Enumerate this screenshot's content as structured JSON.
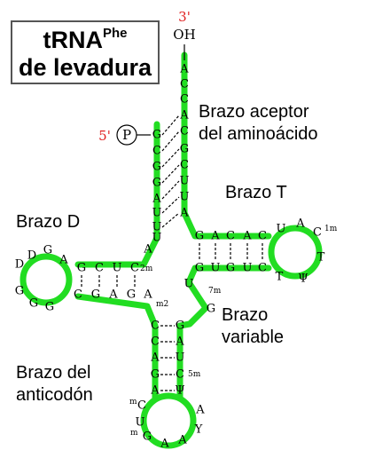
{
  "title": {
    "main": "tRNA",
    "sup": "Phe",
    "line2": "de levadura"
  },
  "ends": {
    "three_prime": "3'",
    "oh": "OH",
    "five_prime": "5'",
    "phosphate": "P"
  },
  "regions": {
    "acceptor": [
      "Brazo aceptor",
      "del aminoácido"
    ],
    "t_arm": [
      "Brazo T"
    ],
    "d_arm": [
      "Brazo D"
    ],
    "variable": [
      "Brazo",
      "variable"
    ],
    "anticodon": [
      "Brazo del",
      "anticodón"
    ]
  },
  "colors": {
    "backbone": "#22dd22",
    "end_label": "#e02020",
    "pair": "#000000"
  },
  "strands": {
    "acceptor_3": [
      "A",
      "C",
      "C",
      "A",
      "C",
      "G",
      "C",
      "U",
      "U",
      "A"
    ],
    "acceptor_5": [
      "G",
      "C",
      "G",
      "G",
      "A",
      "U",
      "U",
      "U"
    ],
    "t_stem_5": [
      "G",
      "A",
      "C",
      "A",
      "C"
    ],
    "t_loop": [
      "U",
      "A",
      "C",
      "T",
      "Ψ"
    ],
    "t_stem_3": [
      "G",
      "U",
      "G",
      "U",
      "C"
    ],
    "d_stem_3": [
      "C",
      "U",
      "C",
      "G"
    ],
    "d_loop": [
      "A",
      "G",
      "D",
      "D",
      "G",
      "G",
      "G"
    ],
    "d_stem_5": [
      "A",
      "G",
      "A",
      "G",
      "C"
    ],
    "connector_d": [
      "A"
    ],
    "variable": [
      "U",
      "G"
    ],
    "anticodon_stem_5": [
      "C",
      "C",
      "A",
      "G",
      "A"
    ],
    "anticodon_stem_3": [
      "G",
      "A",
      "U",
      "C",
      "Ψ"
    ],
    "anticodon_loop": [
      "C",
      "U",
      "G",
      "A",
      "A",
      "Y",
      "A"
    ]
  },
  "modifications": {
    "one_m": "1m",
    "two_m": "2m",
    "m_two": "m2",
    "seven_m": "7m",
    "five_m": "5m",
    "m_c": "m",
    "m_g": "m"
  }
}
